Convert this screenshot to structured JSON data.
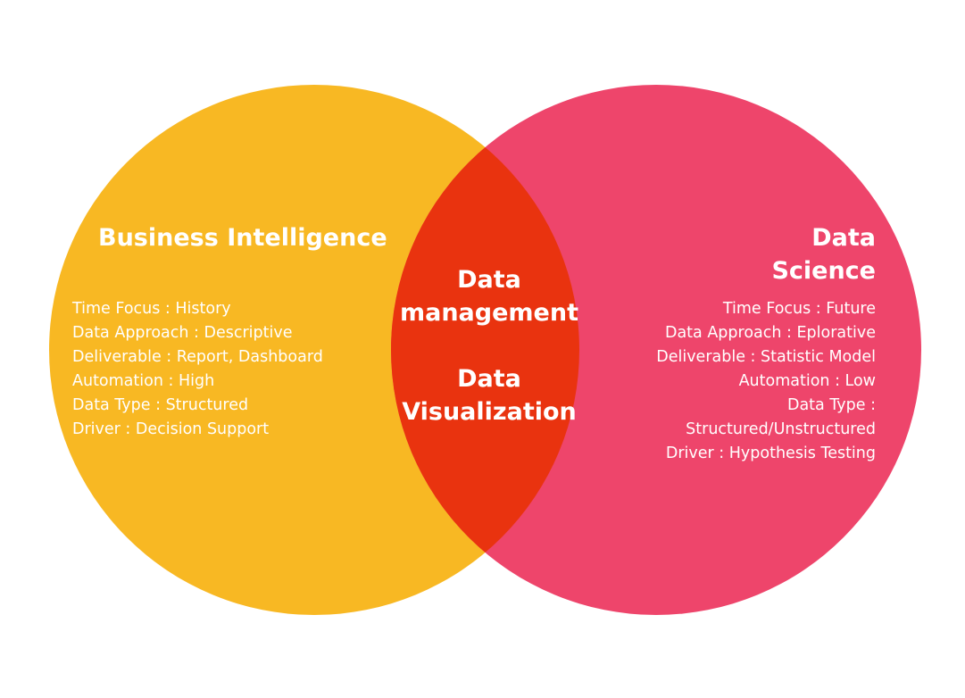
{
  "colors": {
    "left_circle": "#F8B823",
    "right_circle": "#EE456B",
    "overlap": "#E9330F",
    "text": "#FFFFFF"
  },
  "business_intelligence": {
    "title": "Business Intelligence",
    "items": [
      "Time Focus : History",
      "Data Approach : Descriptive",
      "Deliverable : Report, Dashboard",
      "Automation : High",
      "Data Type : Structured",
      "Driver : Decision Support"
    ]
  },
  "data_science": {
    "title_lines": [
      "Data",
      "Science"
    ],
    "items": [
      "Time Focus : Future",
      "Data Approach : Eplorative",
      "Deliverable : Statistic Model",
      "Automation : Low",
      "Data Type :",
      "Structured/Unstructured",
      "Driver : Hypothesis Testing"
    ]
  },
  "overlap": {
    "first_lines": [
      "Data",
      "management"
    ],
    "second_lines": [
      "Data",
      "Visualization"
    ]
  }
}
